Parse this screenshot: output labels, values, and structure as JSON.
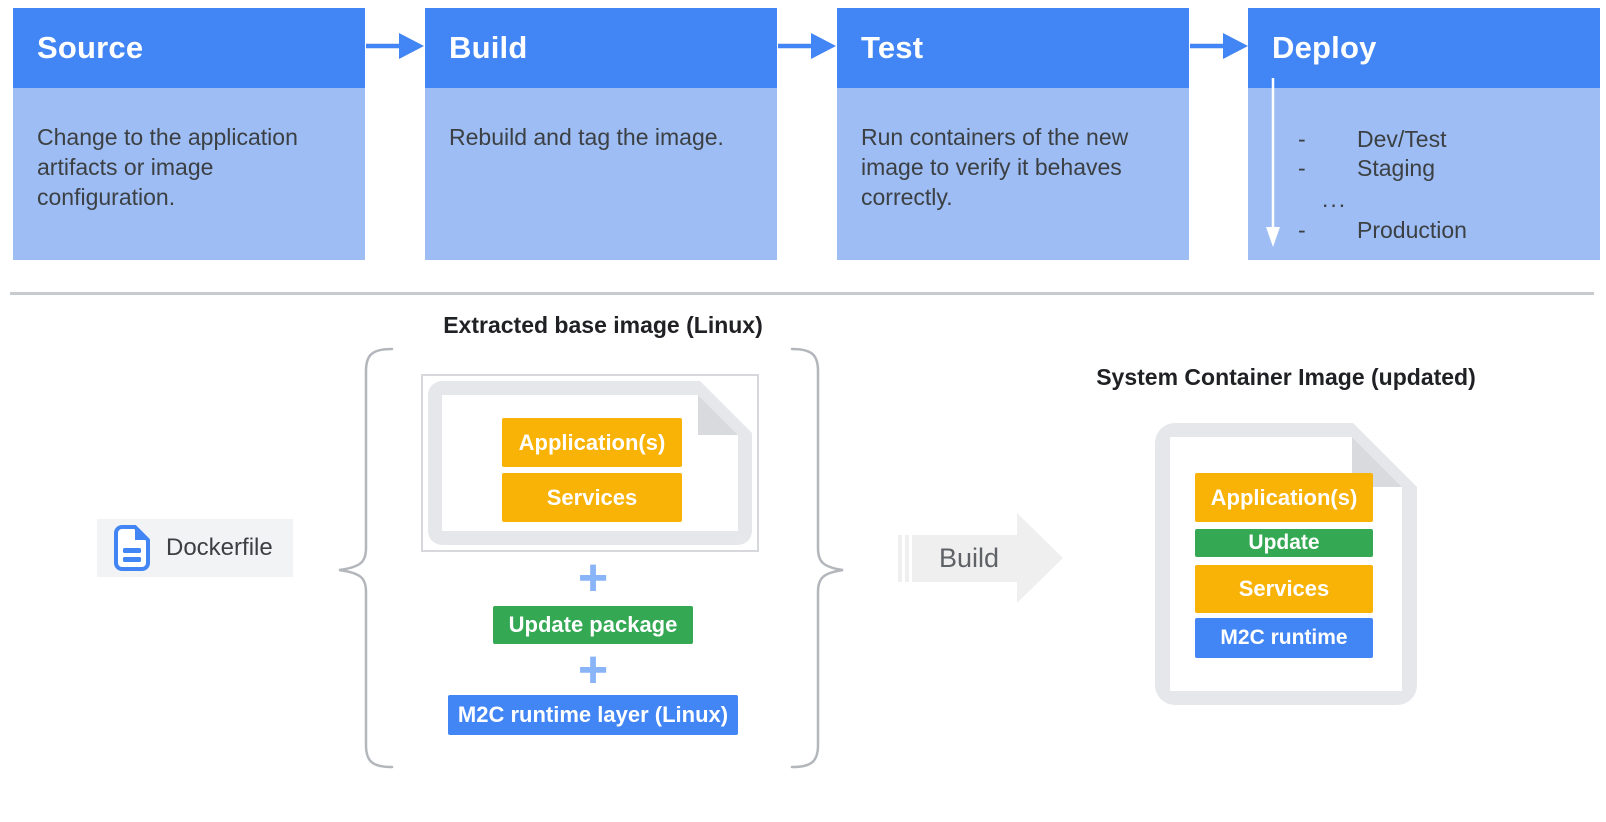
{
  "pipeline": {
    "stages": [
      {
        "title": "Source",
        "description": "Change to the application artifacts or image configuration."
      },
      {
        "title": "Build",
        "description": "Rebuild and tag the image."
      },
      {
        "title": "Test",
        "description": "Run containers of the new image to verify it behaves correctly."
      },
      {
        "title": "Deploy",
        "description": ""
      }
    ],
    "deploy_targets": [
      {
        "bullet": "-",
        "label": "Dev/Test"
      },
      {
        "bullet": "-",
        "label": "Staging"
      },
      {
        "bullet": "...",
        "label": ""
      },
      {
        "bullet": "-",
        "label": "Production"
      }
    ]
  },
  "docker_build": {
    "dockerfile_label": "Dockerfile",
    "base_image_title": "Extracted base image (Linux)",
    "base_image_layers": [
      "Application(s)",
      "Services"
    ],
    "plus_sign": "+",
    "update_package_label": "Update package",
    "runtime_layer_label": "M2C runtime layer (Linux)",
    "build_arrow_label": "Build",
    "result_title": "System Container Image (updated)",
    "result_layers": [
      "Application(s)",
      "Update",
      "Services",
      "M2C runtime"
    ]
  },
  "icons": {
    "dockerfile_icon": "blue-document-with-folded-corner",
    "stage_arrow_icon": "right-arrow",
    "deploy_order_arrow_icon": "down-arrow",
    "build_arrow_icon": "large-right-block-arrow",
    "base_image_icon": "document-with-folded-corner",
    "result_image_icon": "document-with-folded-corner"
  },
  "colors": {
    "stage_header_blue": "#4285F4",
    "stage_body_blue": "#9DBDF4",
    "accent_blue": "#4285F4",
    "plus_light_blue": "#8AB4F8",
    "layer_yellow": "#F9B206",
    "layer_green": "#34A853",
    "doc_gray": "#E5E7EA",
    "chip_gray": "#F1F3F4",
    "text_dark": "#3C4043",
    "build_arrow_gray": "#EFEFEF"
  }
}
